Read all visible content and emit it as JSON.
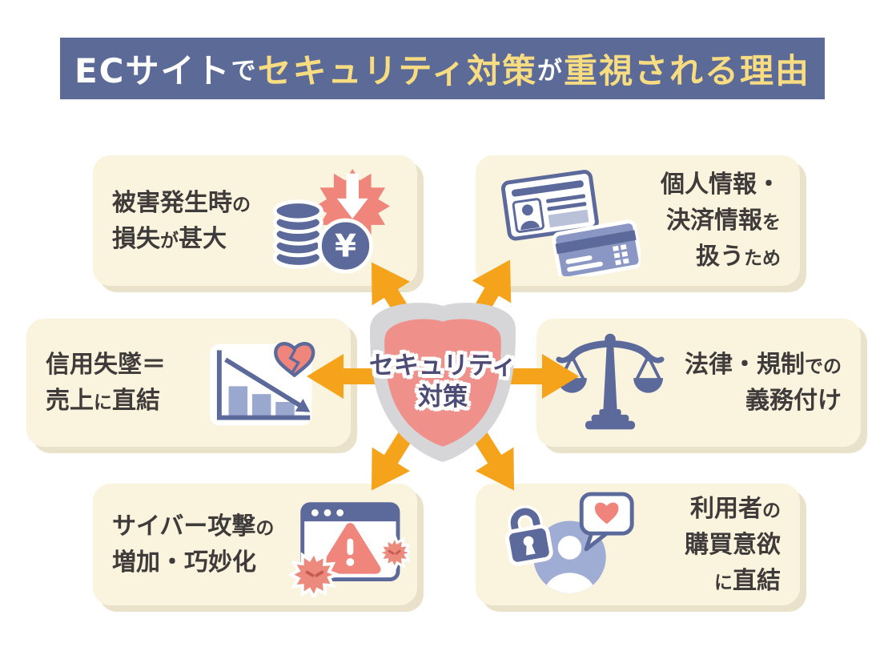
{
  "title": {
    "segments": [
      {
        "t": "ECサイト",
        "c": "#ffffff",
        "small": false
      },
      {
        "t": "で",
        "c": "#ffffff",
        "small": true
      },
      {
        "t": "セキュリティ対策",
        "c": "#f7dc81",
        "small": false
      },
      {
        "t": "が",
        "c": "#ffffff",
        "small": true
      },
      {
        "t": "重視される理由",
        "c": "#f7dc81",
        "small": false
      }
    ]
  },
  "shield": {
    "label_line1": "セキュリティ",
    "label_line2": "対策"
  },
  "cards": [
    {
      "id": "damage-loss",
      "icon": "yen-coins-crash-icon",
      "lines": [
        [
          {
            "t": "被害発生時",
            "small": false
          },
          {
            "t": "の",
            "small": true
          }
        ],
        [
          {
            "t": "損失",
            "small": false
          },
          {
            "t": "が",
            "small": true
          },
          {
            "t": "甚大",
            "small": false
          }
        ]
      ]
    },
    {
      "id": "personal-payment-data",
      "icon": "id-card-credit-card-icon",
      "lines": [
        [
          {
            "t": "個人情報・",
            "small": false
          }
        ],
        [
          {
            "t": "決済情報",
            "small": false
          },
          {
            "t": "を",
            "small": true
          }
        ],
        [
          {
            "t": "扱う",
            "small": false
          },
          {
            "t": "ため",
            "small": true
          }
        ]
      ]
    },
    {
      "id": "trust-loss-sales",
      "icon": "declining-chart-broken-heart-icon",
      "lines": [
        [
          {
            "t": "信用失墜＝",
            "small": false
          }
        ],
        [
          {
            "t": "売上",
            "small": false
          },
          {
            "t": "に",
            "small": true
          },
          {
            "t": "直結",
            "small": false
          }
        ]
      ]
    },
    {
      "id": "legal-obligation",
      "icon": "balance-scale-icon",
      "lines": [
        [
          {
            "t": "法律・規制",
            "small": false
          },
          {
            "t": "での",
            "small": true
          }
        ],
        [
          {
            "t": "義務付け",
            "small": false
          }
        ]
      ]
    },
    {
      "id": "cyber-attacks",
      "icon": "browser-warning-virus-icon",
      "lines": [
        [
          {
            "t": "サイバー攻撃",
            "small": false
          },
          {
            "t": "の",
            "small": true
          }
        ],
        [
          {
            "t": "増加・巧妙化",
            "small": false
          }
        ]
      ]
    },
    {
      "id": "purchase-motivation",
      "icon": "user-lock-heart-icon",
      "lines": [
        [
          {
            "t": "利用者",
            "small": false
          },
          {
            "t": "の",
            "small": true
          }
        ],
        [
          {
            "t": "購買意欲",
            "small": false
          }
        ],
        [
          {
            "t": "に",
            "small": true
          },
          {
            "t": "直結",
            "small": false
          }
        ]
      ]
    }
  ],
  "colors": {
    "banner_bg": "#5b6a96",
    "banner_text_white": "#ffffff",
    "banner_text_yellow": "#f7dc81",
    "card_bg": "#faf3de",
    "card_shadow": "#e9e1ca",
    "arrow_orange": "#f5a31b",
    "shield_outer": "#d6d5d7",
    "shield_inner": "#f0908a",
    "shield_text": "#4c4c76",
    "body_text": "#3f3b3a",
    "icon_navy": "#5b699b",
    "icon_periwinkle": "#9aa7cf",
    "icon_salmon": "#f0857c"
  }
}
